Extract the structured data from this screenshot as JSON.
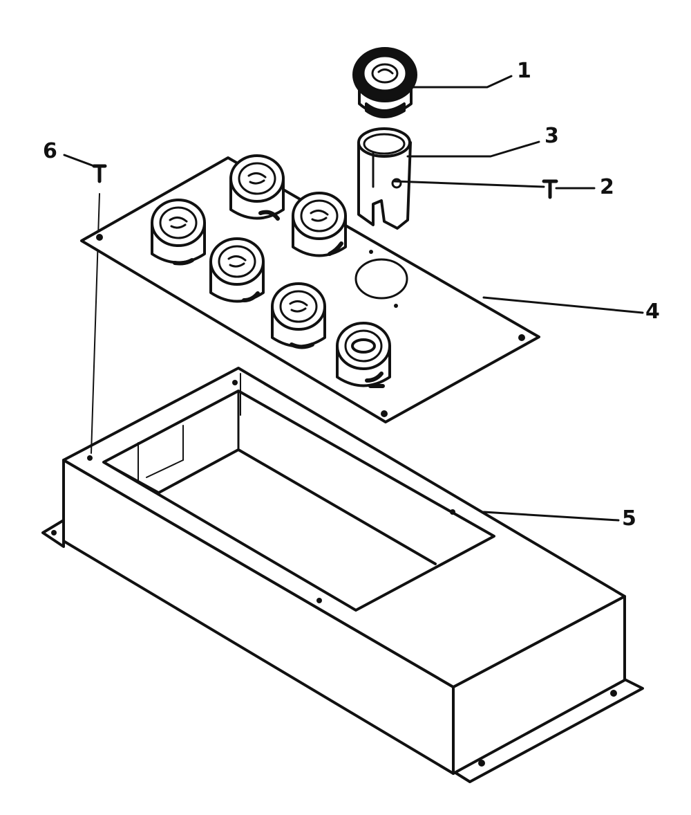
{
  "diagram": {
    "callouts": [
      {
        "id": "1",
        "label": "1",
        "part": "indicator-light-lens"
      },
      {
        "id": "2",
        "label": "2",
        "part": "set-screw"
      },
      {
        "id": "3",
        "label": "3",
        "part": "lamp-socket-sleeve"
      },
      {
        "id": "4",
        "label": "4",
        "part": "control-panel-plate"
      },
      {
        "id": "5",
        "label": "5",
        "part": "control-box-enclosure"
      },
      {
        "id": "6",
        "label": "6",
        "part": "panel-screw"
      }
    ],
    "colors": {
      "ink": "#111111",
      "paper": "#ffffff"
    }
  }
}
